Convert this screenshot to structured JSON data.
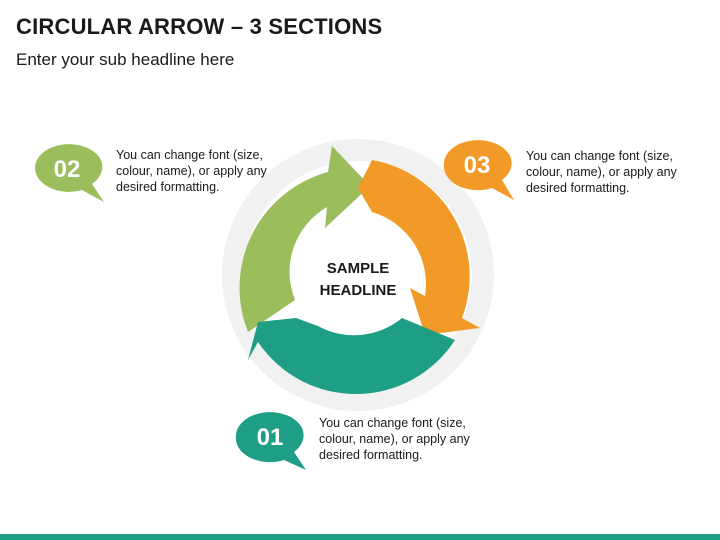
{
  "title": "CIRCULAR ARROW – 3 SECTIONS",
  "subtitle": "Enter your sub headline here",
  "center": {
    "line1": "SAMPLE",
    "line2": "HEADLINE"
  },
  "colors": {
    "green": "#9BBD5B",
    "orange": "#F29A27",
    "teal": "#1E9E84",
    "ring": "#F1F1F1",
    "bottom_bar": "#1E9E84"
  },
  "sections": [
    {
      "number": "02",
      "color": "#9BBD5B",
      "text": [
        "You can change font (size,",
        "colour, name), or apply any",
        "desired formatting."
      ]
    },
    {
      "number": "03",
      "color": "#F29A27",
      "text": [
        "You can change font (size,",
        "colour, name), or apply any",
        "desired formatting."
      ]
    },
    {
      "number": "01",
      "color": "#1E9E84",
      "text": [
        "You can change font (size,",
        "colour, name), or apply any",
        "desired formatting."
      ]
    }
  ]
}
